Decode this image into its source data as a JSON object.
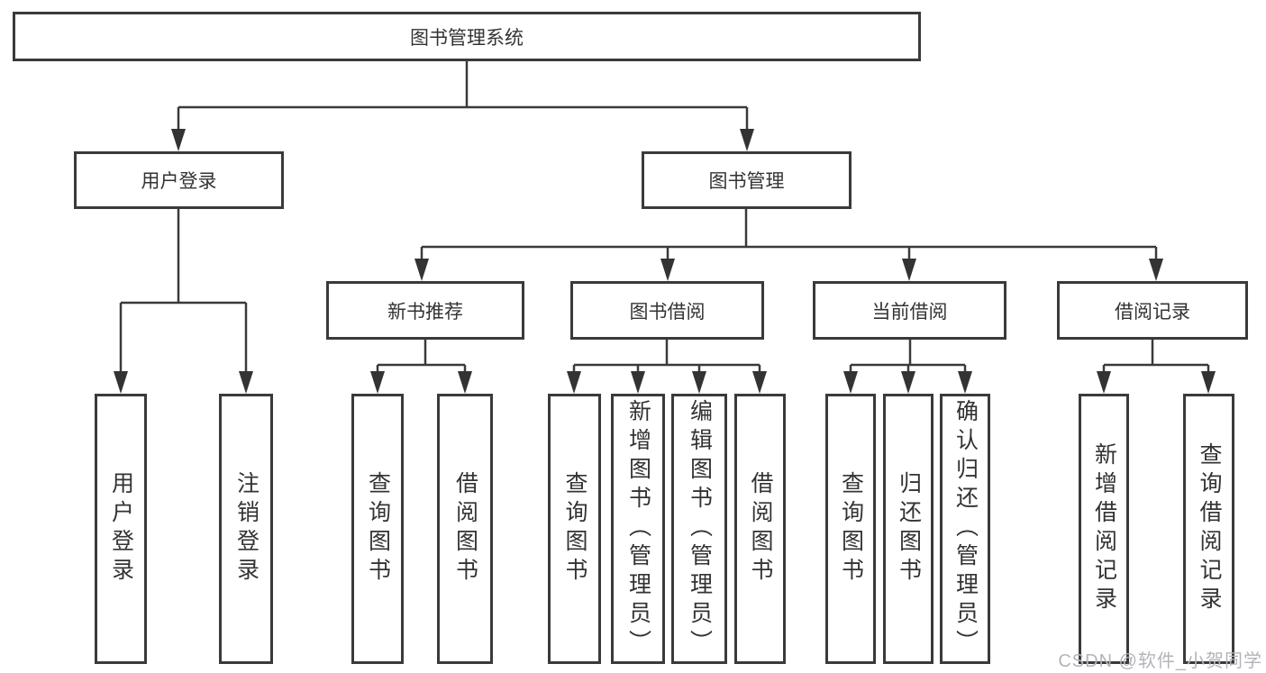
{
  "diagram_title": "图书管理系统",
  "colors": {
    "line": "#3a3a3a",
    "box_border": "#3a3a3a",
    "text": "#333333",
    "watermark": "#b3b3ba",
    "background": "#ffffff"
  },
  "tree": {
    "label": "图书管理系统",
    "children": [
      {
        "label": "用户登录",
        "children": [
          {
            "label": "用户登录"
          },
          {
            "label": "注销登录"
          }
        ]
      },
      {
        "label": "图书管理",
        "children": [
          {
            "label": "新书推荐",
            "children": [
              {
                "label": "查询图书"
              },
              {
                "label": "借阅图书"
              }
            ]
          },
          {
            "label": "图书借阅",
            "children": [
              {
                "label": "查询图书"
              },
              {
                "label": "新增图书（管理员）"
              },
              {
                "label": "编辑图书（管理员）"
              },
              {
                "label": "借阅图书"
              }
            ]
          },
          {
            "label": "当前借阅",
            "children": [
              {
                "label": "查询图书"
              },
              {
                "label": "归还图书"
              },
              {
                "label": "确认归还（管理员）"
              }
            ]
          },
          {
            "label": "借阅记录",
            "children": [
              {
                "label": "新增借阅记录"
              },
              {
                "label": "查询借阅记录"
              }
            ]
          }
        ]
      }
    ]
  },
  "watermark": {
    "text": "CSDN @软件_小贺同学"
  }
}
